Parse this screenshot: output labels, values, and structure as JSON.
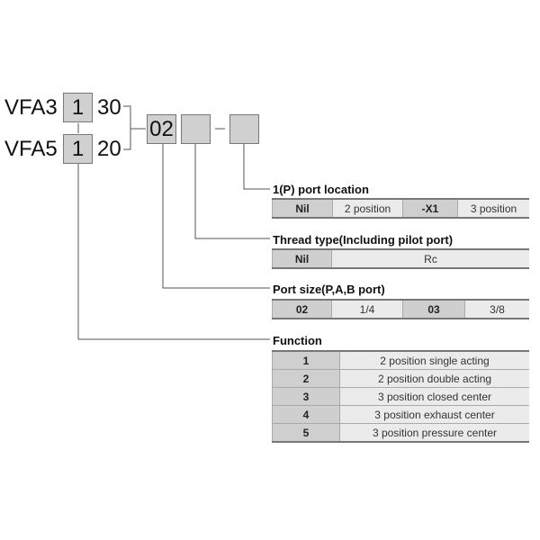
{
  "code": {
    "series_a": "VFA3",
    "series_b": "VFA5",
    "func_a": "1",
    "func_b": "1",
    "suffix_a": "30",
    "suffix_b": "20",
    "port_size": "02",
    "thread": "",
    "location": "",
    "dash": "–"
  },
  "location": {
    "title": "1(P) port location",
    "cells": [
      "Nil",
      "2 position",
      "-X1",
      "3 position"
    ]
  },
  "thread": {
    "title": "Thread type(Including pilot port)",
    "cells": [
      "Nil",
      "Rc"
    ]
  },
  "port": {
    "title": "Port size(P,A,B port)",
    "cells": [
      "02",
      "1/4",
      "03",
      "3/8"
    ]
  },
  "function": {
    "title": "Function",
    "rows": [
      [
        "1",
        "2 position single acting"
      ],
      [
        "2",
        "2 position double acting"
      ],
      [
        "3",
        "3 position closed center"
      ],
      [
        "4",
        "3 position exhaust center"
      ],
      [
        "5",
        "3 position pressure center"
      ]
    ]
  }
}
